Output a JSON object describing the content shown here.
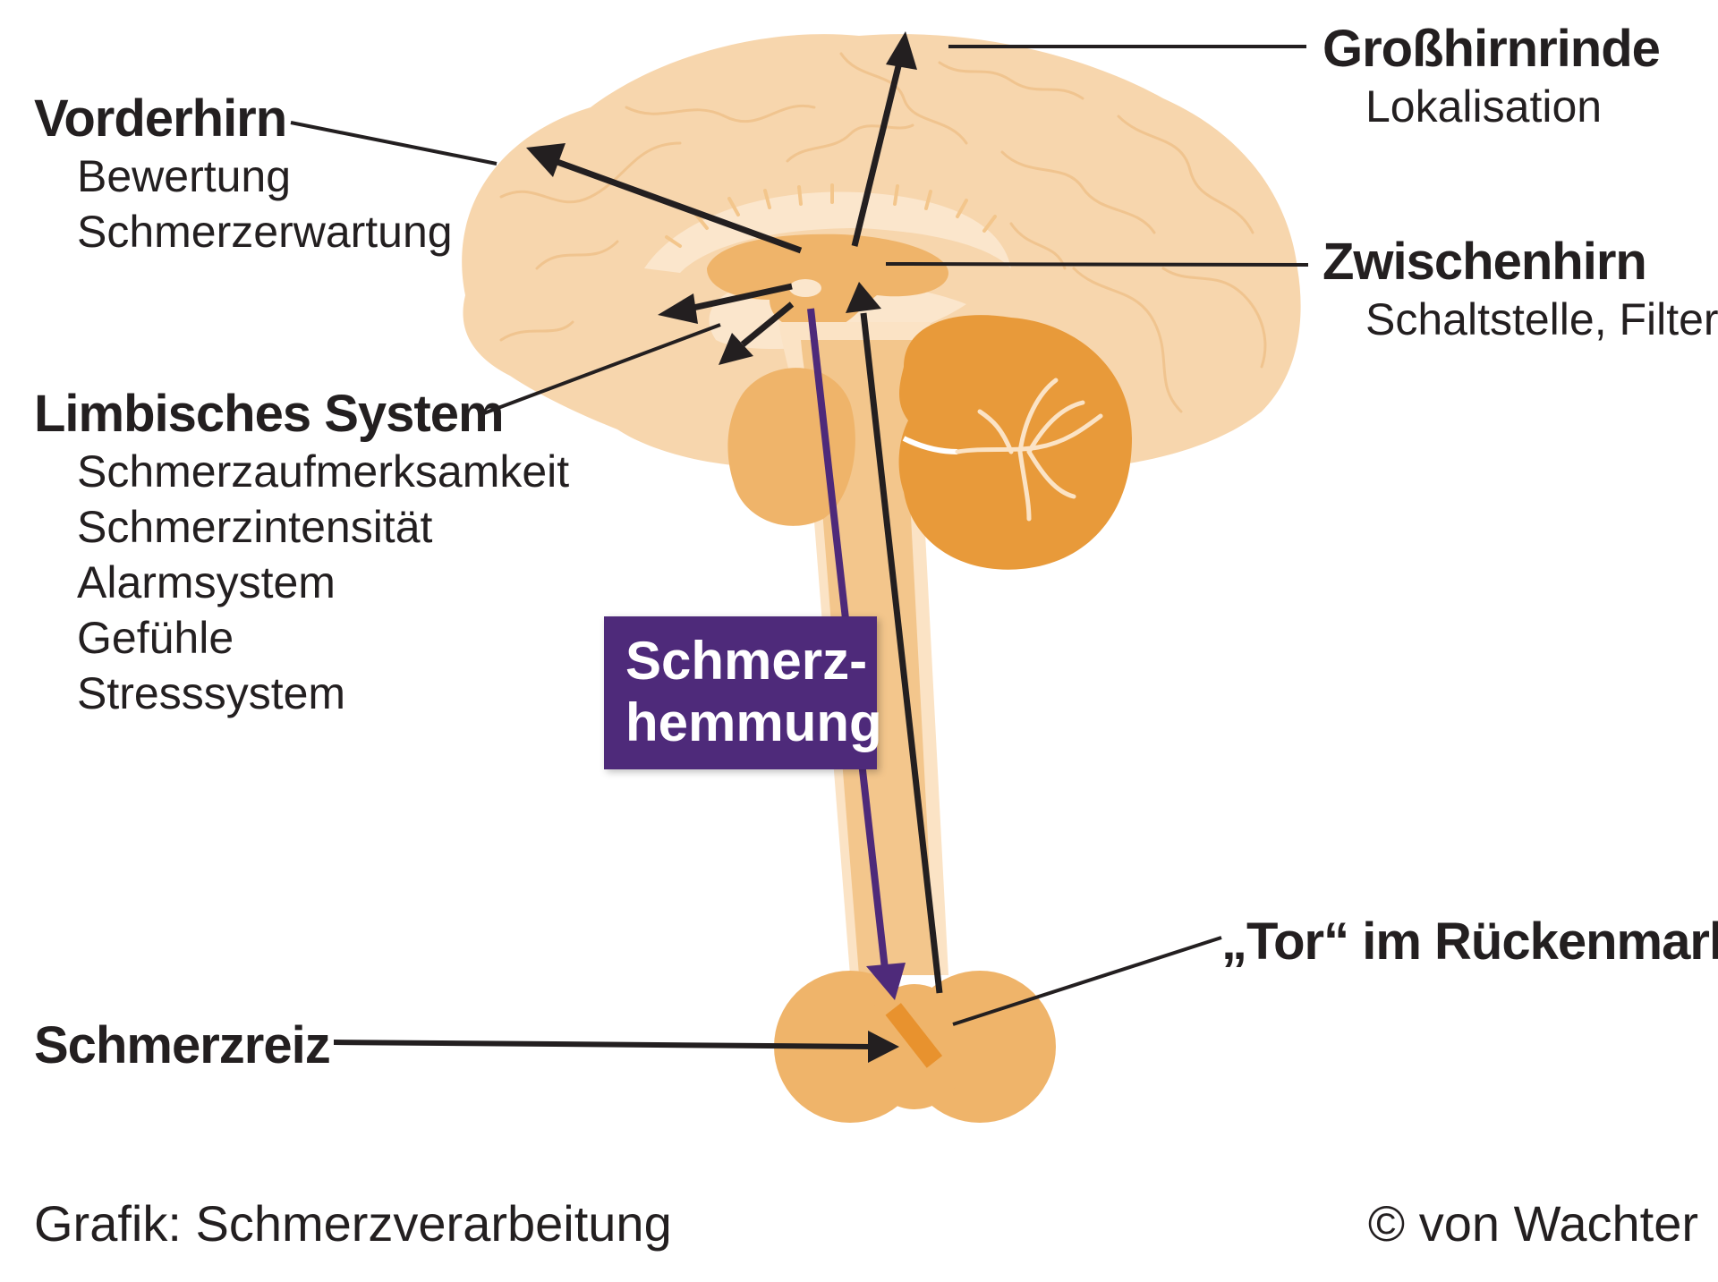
{
  "colors": {
    "cortex": "#f7d6ad",
    "cortex_fold": "#f0c48f",
    "inner": "#fbe6cc",
    "thalamus": "#efb46a",
    "cerebellum": "#e89a3a",
    "spinal": "#f3c68c",
    "spinal_light": "#fbe3c5",
    "gate": "#e8922e",
    "purple": "#4e2a7a",
    "arrow": "#231f20"
  },
  "labels": {
    "grosshirnrinde": {
      "title": "Großhirnrinde",
      "items": [
        "Lokalisation"
      ]
    },
    "vorderhirn": {
      "title": "Vorderhirn",
      "items": [
        "Bewertung",
        "Schmerzerwartung"
      ]
    },
    "zwischenhirn": {
      "title": "Zwischenhirn",
      "items": [
        "Schaltstelle, Filter"
      ]
    },
    "limbisches_system": {
      "title": "Limbisches System",
      "items": [
        "Schmerzaufmerksamkeit",
        "Schmerzintensität",
        "Alarmsystem",
        "Gefühle",
        "Stresssystem"
      ]
    },
    "tor": {
      "title": "„Tor“ im Rückenmark"
    },
    "schmerzreiz": {
      "title": "Schmerzreiz"
    }
  },
  "hemmung": {
    "line1": "Schmerz-",
    "line2": "hemmung"
  },
  "footer": {
    "left": "Grafik: Schmerzverarbeitung",
    "right": "© von Wachter"
  }
}
